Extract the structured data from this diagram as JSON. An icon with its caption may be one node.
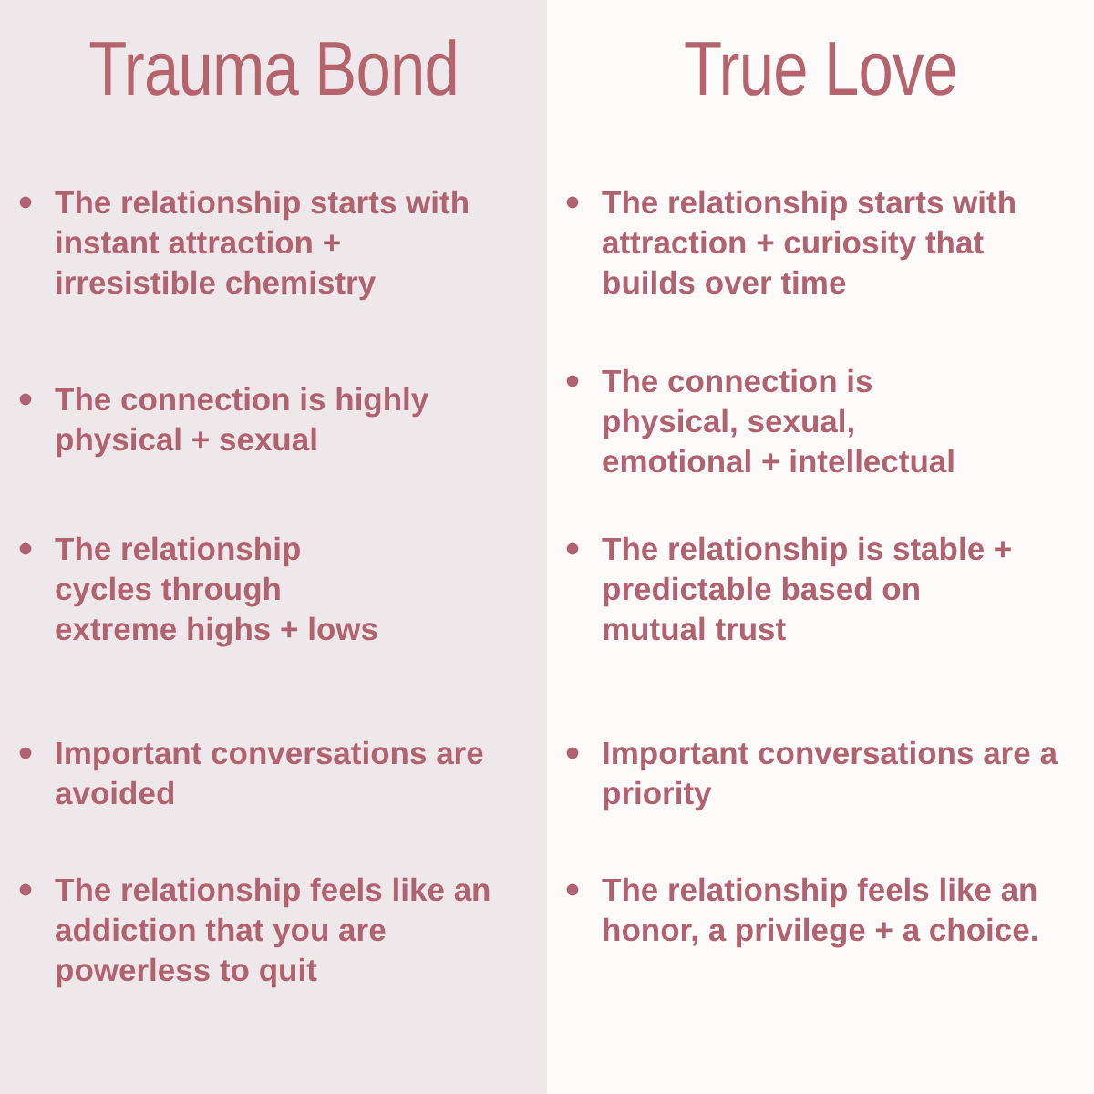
{
  "diagram": {
    "nodes": [
      {
        "text": [
          "Trauma Bond",
          "The relationship starts with instant attraction + irresistible chemistry",
          "The connection is highly physical + sexual",
          "The relationship cycles through extreme highs + lows",
          "Important conversations are avoided",
          "The relationship feels like an addiction that you are powerless to quit"
        ]
      },
      {
        "text": [
          "True Love",
          "The relationship starts with attraction + curiosity that builds over time",
          "The connection is physical, sexual, emotional + intellectual",
          "The relationship is stable + predictable based on mutual trust",
          "Important conversations are a priority",
          "The relationship feels like an honor, a privilege + a choice."
        ]
      }
    ]
  }
}
